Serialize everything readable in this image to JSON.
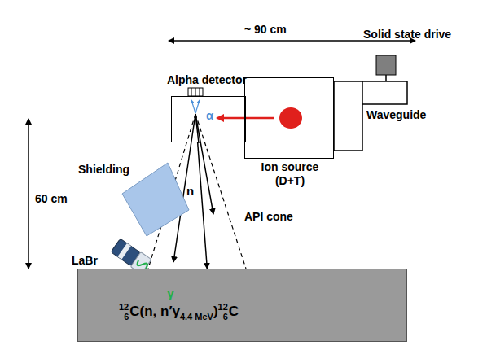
{
  "diagram": {
    "nodes": [
      {
        "text": [
          "Alpha detector",
          "α"
        ]
      },
      {
        "text": [
          "Ion source (D+T)"
        ]
      },
      {
        "text": [
          "12",
          "6",
          "C(n, n′γ",
          "4.4 MeV",
          ")",
          "12",
          "6",
          "C"
        ]
      }
    ],
    "edges": [
      {
        "from": 0,
        "to": 2,
        "arrow": "to"
      }
    ],
    "labels": [
      "~ 90 cm",
      "Solid state drive",
      "Waveguide",
      "60 cm",
      "Shielding",
      "LaBr",
      "n",
      "API cone",
      "γ"
    ]
  }
}
